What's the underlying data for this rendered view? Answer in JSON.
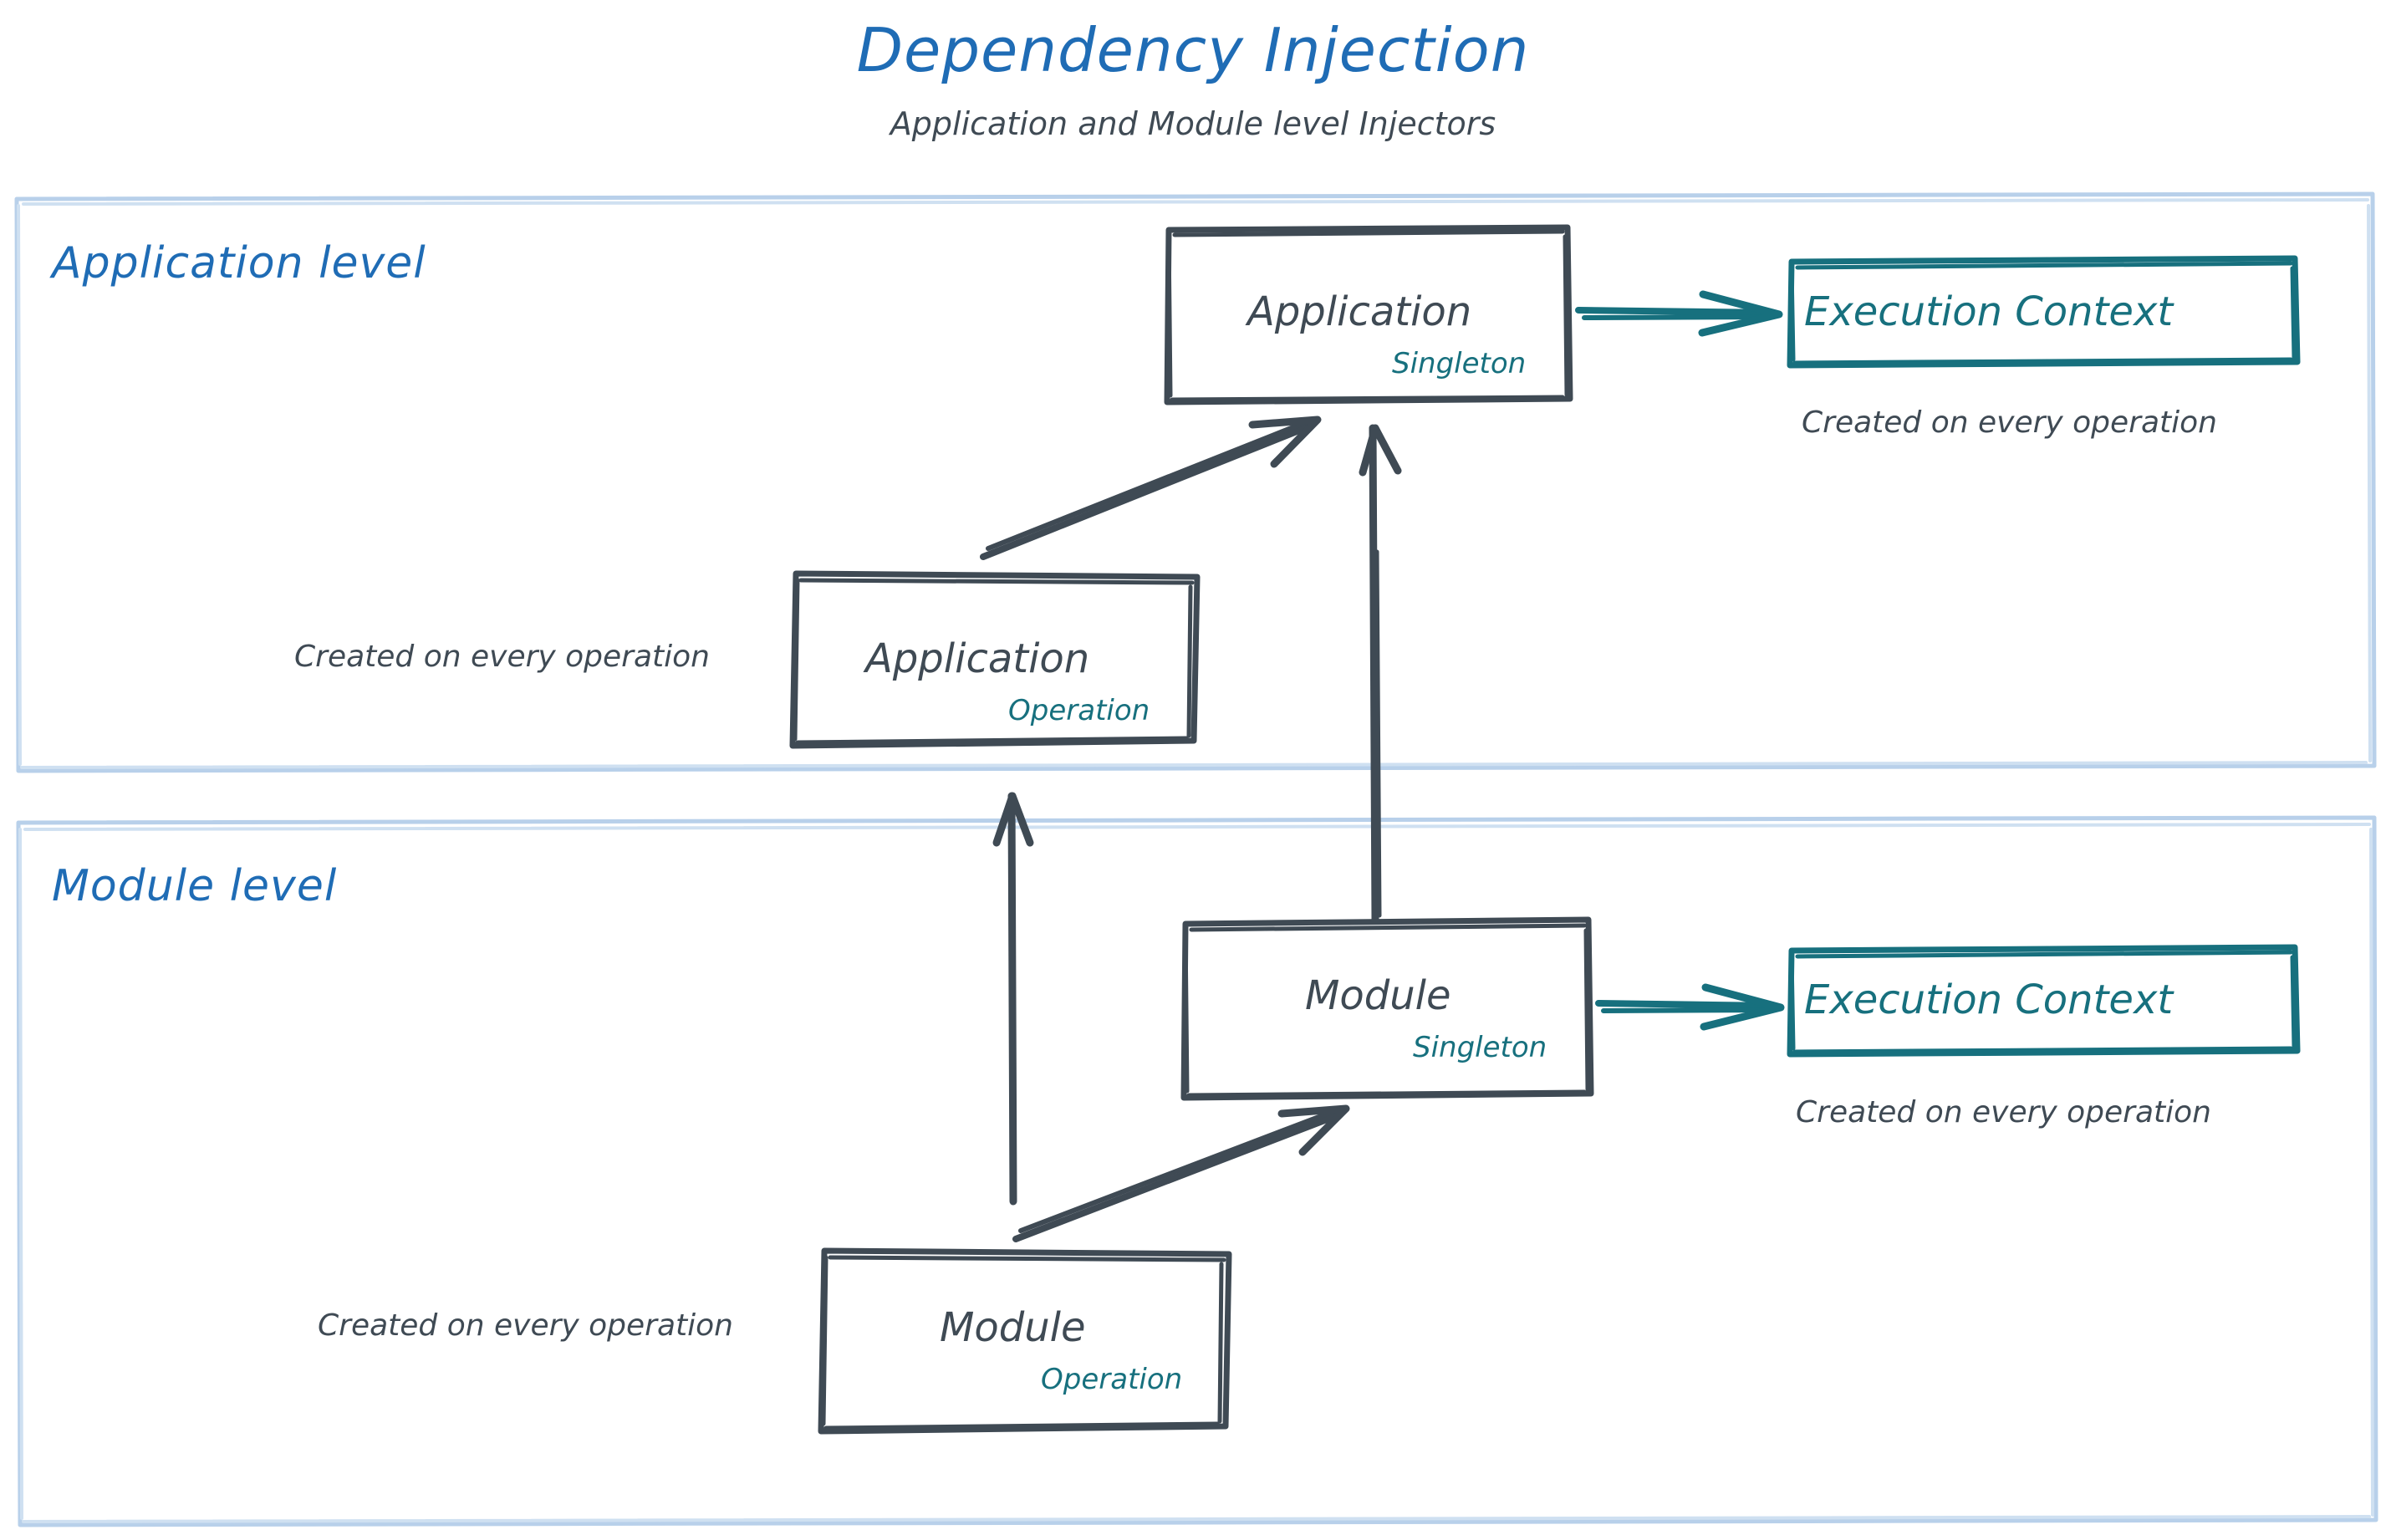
{
  "header": {
    "title": "Dependency Injection",
    "subtitle": "Application and Module level Injectors"
  },
  "colors": {
    "title_blue": "#1f6cb5",
    "section_border_blue": "#b8d0ea",
    "ink_dark": "#3f4a54",
    "teal": "#17707e",
    "background": "#ffffff"
  },
  "sections": [
    {
      "id": "application-level",
      "title": "Application level",
      "boxes": [
        {
          "id": "application-singleton",
          "main": "Application",
          "sub": "Singleton",
          "style": "ink"
        },
        {
          "id": "application-operation",
          "main": "Application",
          "sub": "Operation",
          "style": "ink"
        },
        {
          "id": "execution-context-application",
          "main": "Execution Context",
          "sub": "",
          "style": "teal"
        }
      ],
      "notes": [
        {
          "id": "note-execution-context-application",
          "text": "Created on every operation"
        },
        {
          "id": "note-application-operation",
          "text": "Created on every operation"
        }
      ]
    },
    {
      "id": "module-level",
      "title": "Module level",
      "boxes": [
        {
          "id": "module-singleton",
          "main": "Module",
          "sub": "Singleton",
          "style": "ink"
        },
        {
          "id": "module-operation",
          "main": "Module",
          "sub": "Operation",
          "style": "ink"
        },
        {
          "id": "execution-context-module",
          "main": "Execution Context",
          "sub": "",
          "style": "teal"
        }
      ],
      "notes": [
        {
          "id": "note-execution-context-module",
          "text": "Created on every operation"
        },
        {
          "id": "note-module-operation",
          "text": "Created on every operation"
        }
      ]
    }
  ],
  "connections": [
    {
      "id": "app-singleton-to-execution-context",
      "from": "application-singleton",
      "to": "execution-context-application",
      "style": "teal-arrow",
      "direction": "right"
    },
    {
      "id": "app-operation-to-app-singleton",
      "from": "application-operation",
      "to": "application-singleton",
      "style": "ink-arrow",
      "direction": "up-right"
    },
    {
      "id": "module-singleton-to-app-singleton",
      "from": "module-singleton",
      "to": "application-singleton",
      "style": "ink-arrow",
      "direction": "up"
    },
    {
      "id": "module-singleton-to-execution-context",
      "from": "module-singleton",
      "to": "execution-context-module",
      "style": "teal-arrow",
      "direction": "right"
    },
    {
      "id": "module-operation-to-module-singleton",
      "from": "module-operation",
      "to": "module-singleton",
      "style": "ink-arrow",
      "direction": "up-right"
    },
    {
      "id": "module-operation-to-application-operation",
      "from": "module-operation",
      "to": "application-operation",
      "style": "ink-arrow",
      "direction": "up"
    }
  ]
}
